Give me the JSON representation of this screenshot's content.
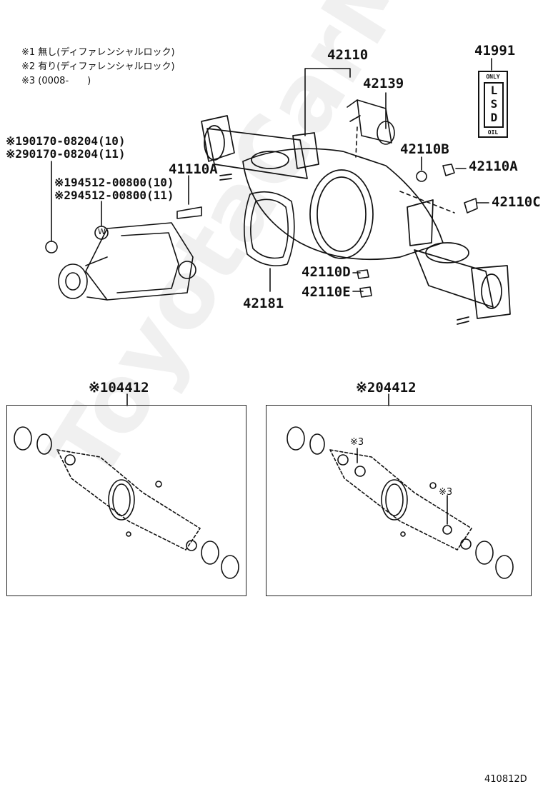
{
  "notes": [
    "※1 無し(ディファレンシャルロック)",
    "※2 有り(ディファレンシャルロック)",
    "※3 (0008-　　)"
  ],
  "parts": {
    "p42110": "42110",
    "p42139": "42139",
    "p41991": "41991",
    "p42110b": "42110B",
    "p42110a": "42110A",
    "p42110c": "42110C",
    "p41110a": "41110A",
    "p42110d": "42110D",
    "p42110e": "42110E",
    "p42181": "42181",
    "s1_90170": "※190170-08204(10)",
    "s2_90170": "※290170-08204(11)",
    "s1_94512": "※194512-00800(10)",
    "s2_94512": "※294512-00800(11)",
    "w_marker": "W",
    "kit1": "※104412",
    "kit2": "※204412",
    "kit2_note_a": "※3",
    "kit2_note_b": "※3"
  },
  "lso_plate": {
    "top": "ONLY",
    "mid": "LSD",
    "bottom": "OIL"
  },
  "watermark": "ToyotaCarMart.ru",
  "diagram_code": "410812D"
}
